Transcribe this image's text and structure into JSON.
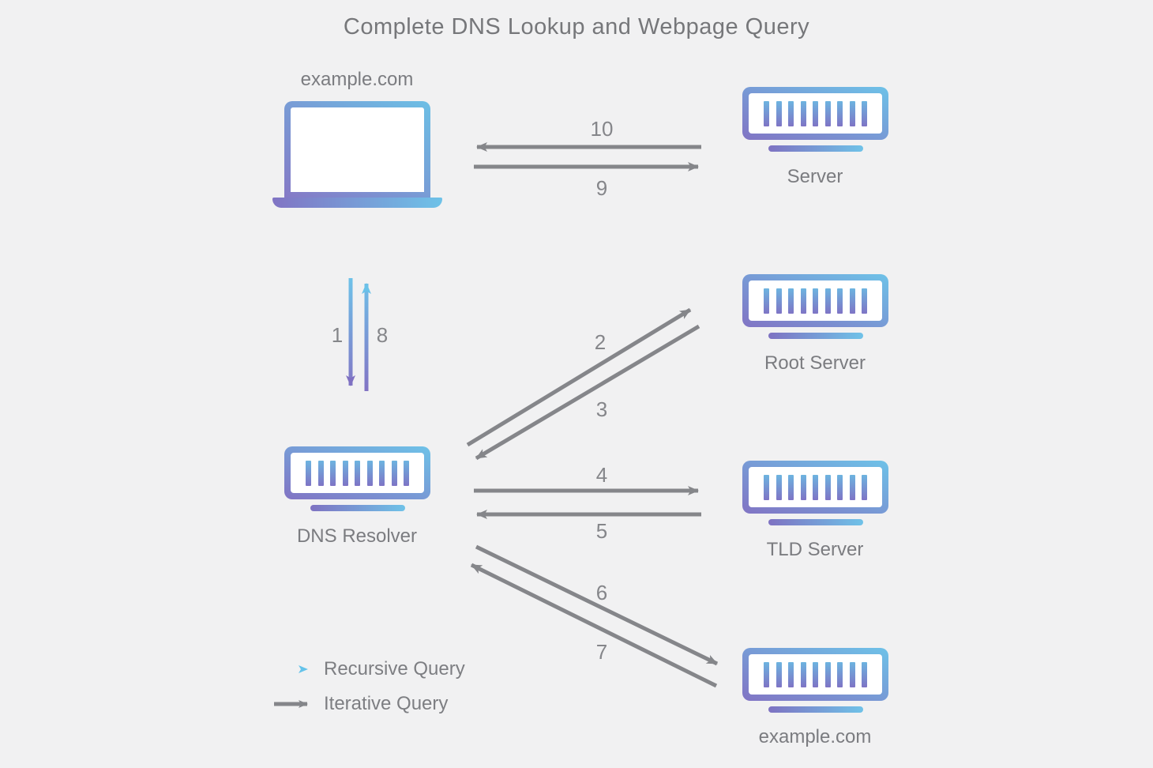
{
  "title": "Complete DNS Lookup and Webpage Query",
  "nodes": {
    "client": {
      "label": "example.com",
      "icon": "laptop-icon"
    },
    "web_server": {
      "label": "Server",
      "icon": "server-icon"
    },
    "dns_resolver": {
      "label": "DNS Resolver",
      "icon": "server-icon"
    },
    "root_server": {
      "label": "Root Server",
      "icon": "server-icon"
    },
    "tld_server": {
      "label": "TLD Server",
      "icon": "server-icon"
    },
    "auth_server": {
      "label": "example.com",
      "icon": "server-icon"
    }
  },
  "steps": [
    {
      "label": "1",
      "query_type": "recursive",
      "from": "client",
      "to": "dns_resolver"
    },
    {
      "label": "2",
      "query_type": "iterative",
      "from": "dns_resolver",
      "to": "root_server"
    },
    {
      "label": "3",
      "query_type": "iterative",
      "from": "root_server",
      "to": "dns_resolver"
    },
    {
      "label": "4",
      "query_type": "iterative",
      "from": "dns_resolver",
      "to": "tld_server"
    },
    {
      "label": "5",
      "query_type": "iterative",
      "from": "tld_server",
      "to": "dns_resolver"
    },
    {
      "label": "6",
      "query_type": "iterative",
      "from": "dns_resolver",
      "to": "auth_server"
    },
    {
      "label": "7",
      "query_type": "iterative",
      "from": "auth_server",
      "to": "dns_resolver"
    },
    {
      "label": "8",
      "query_type": "recursive",
      "from": "dns_resolver",
      "to": "client"
    },
    {
      "label": "9",
      "query_type": "iterative",
      "from": "client",
      "to": "web_server"
    },
    {
      "label": "10",
      "query_type": "iterative",
      "from": "web_server",
      "to": "client"
    }
  ],
  "legend": [
    {
      "label": "Recursive Query",
      "arrow": "gradient-arrow"
    },
    {
      "label": "Iterative Query",
      "arrow": "gray-arrow"
    }
  ],
  "colors": {
    "background": "#f1f1f2",
    "gray_arrow": "#85868a",
    "gray_text": "#7b7c80",
    "title_text": "#76777a",
    "gradient_purple": "#8174c4",
    "gradient_blue": "#6ec2e8"
  }
}
